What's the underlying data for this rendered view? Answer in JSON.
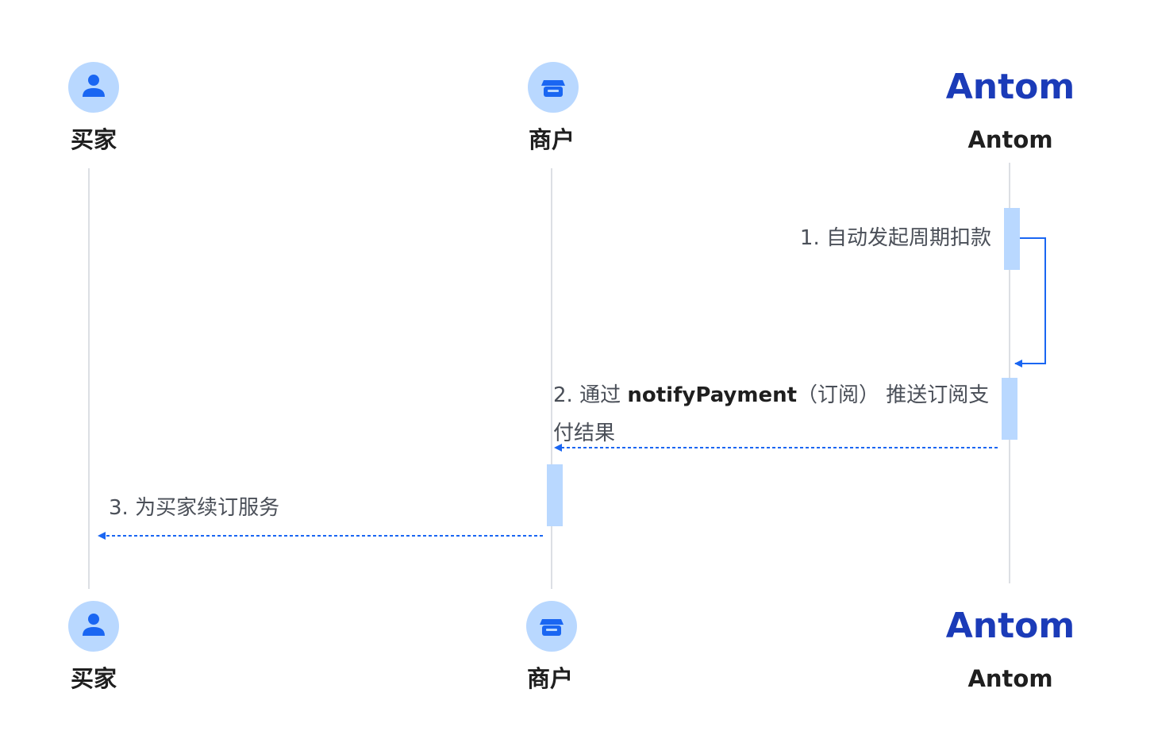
{
  "actors": [
    {
      "name": "买家",
      "icon": "user-icon"
    },
    {
      "name": "商户",
      "icon": "store-icon"
    },
    {
      "name": "Antom",
      "icon": "antom-logo"
    }
  ],
  "logo_text": "Antom",
  "messages": [
    {
      "number": "1.",
      "text": "自动发起周期扣款"
    },
    {
      "number": "2.",
      "pre": "通过",
      "api": "notifyPayment",
      "post_line1": "（订阅） 推送订阅支",
      "post_line2": "付结果"
    },
    {
      "number": "3.",
      "text": "为买家续订服务"
    }
  ],
  "colors": {
    "arrow": "#1a66f2",
    "activation": "#b9d8ff",
    "lifeline": "#dcdfe4",
    "icon_fg": "#1a66f2",
    "logo": "#1b3bb8"
  }
}
